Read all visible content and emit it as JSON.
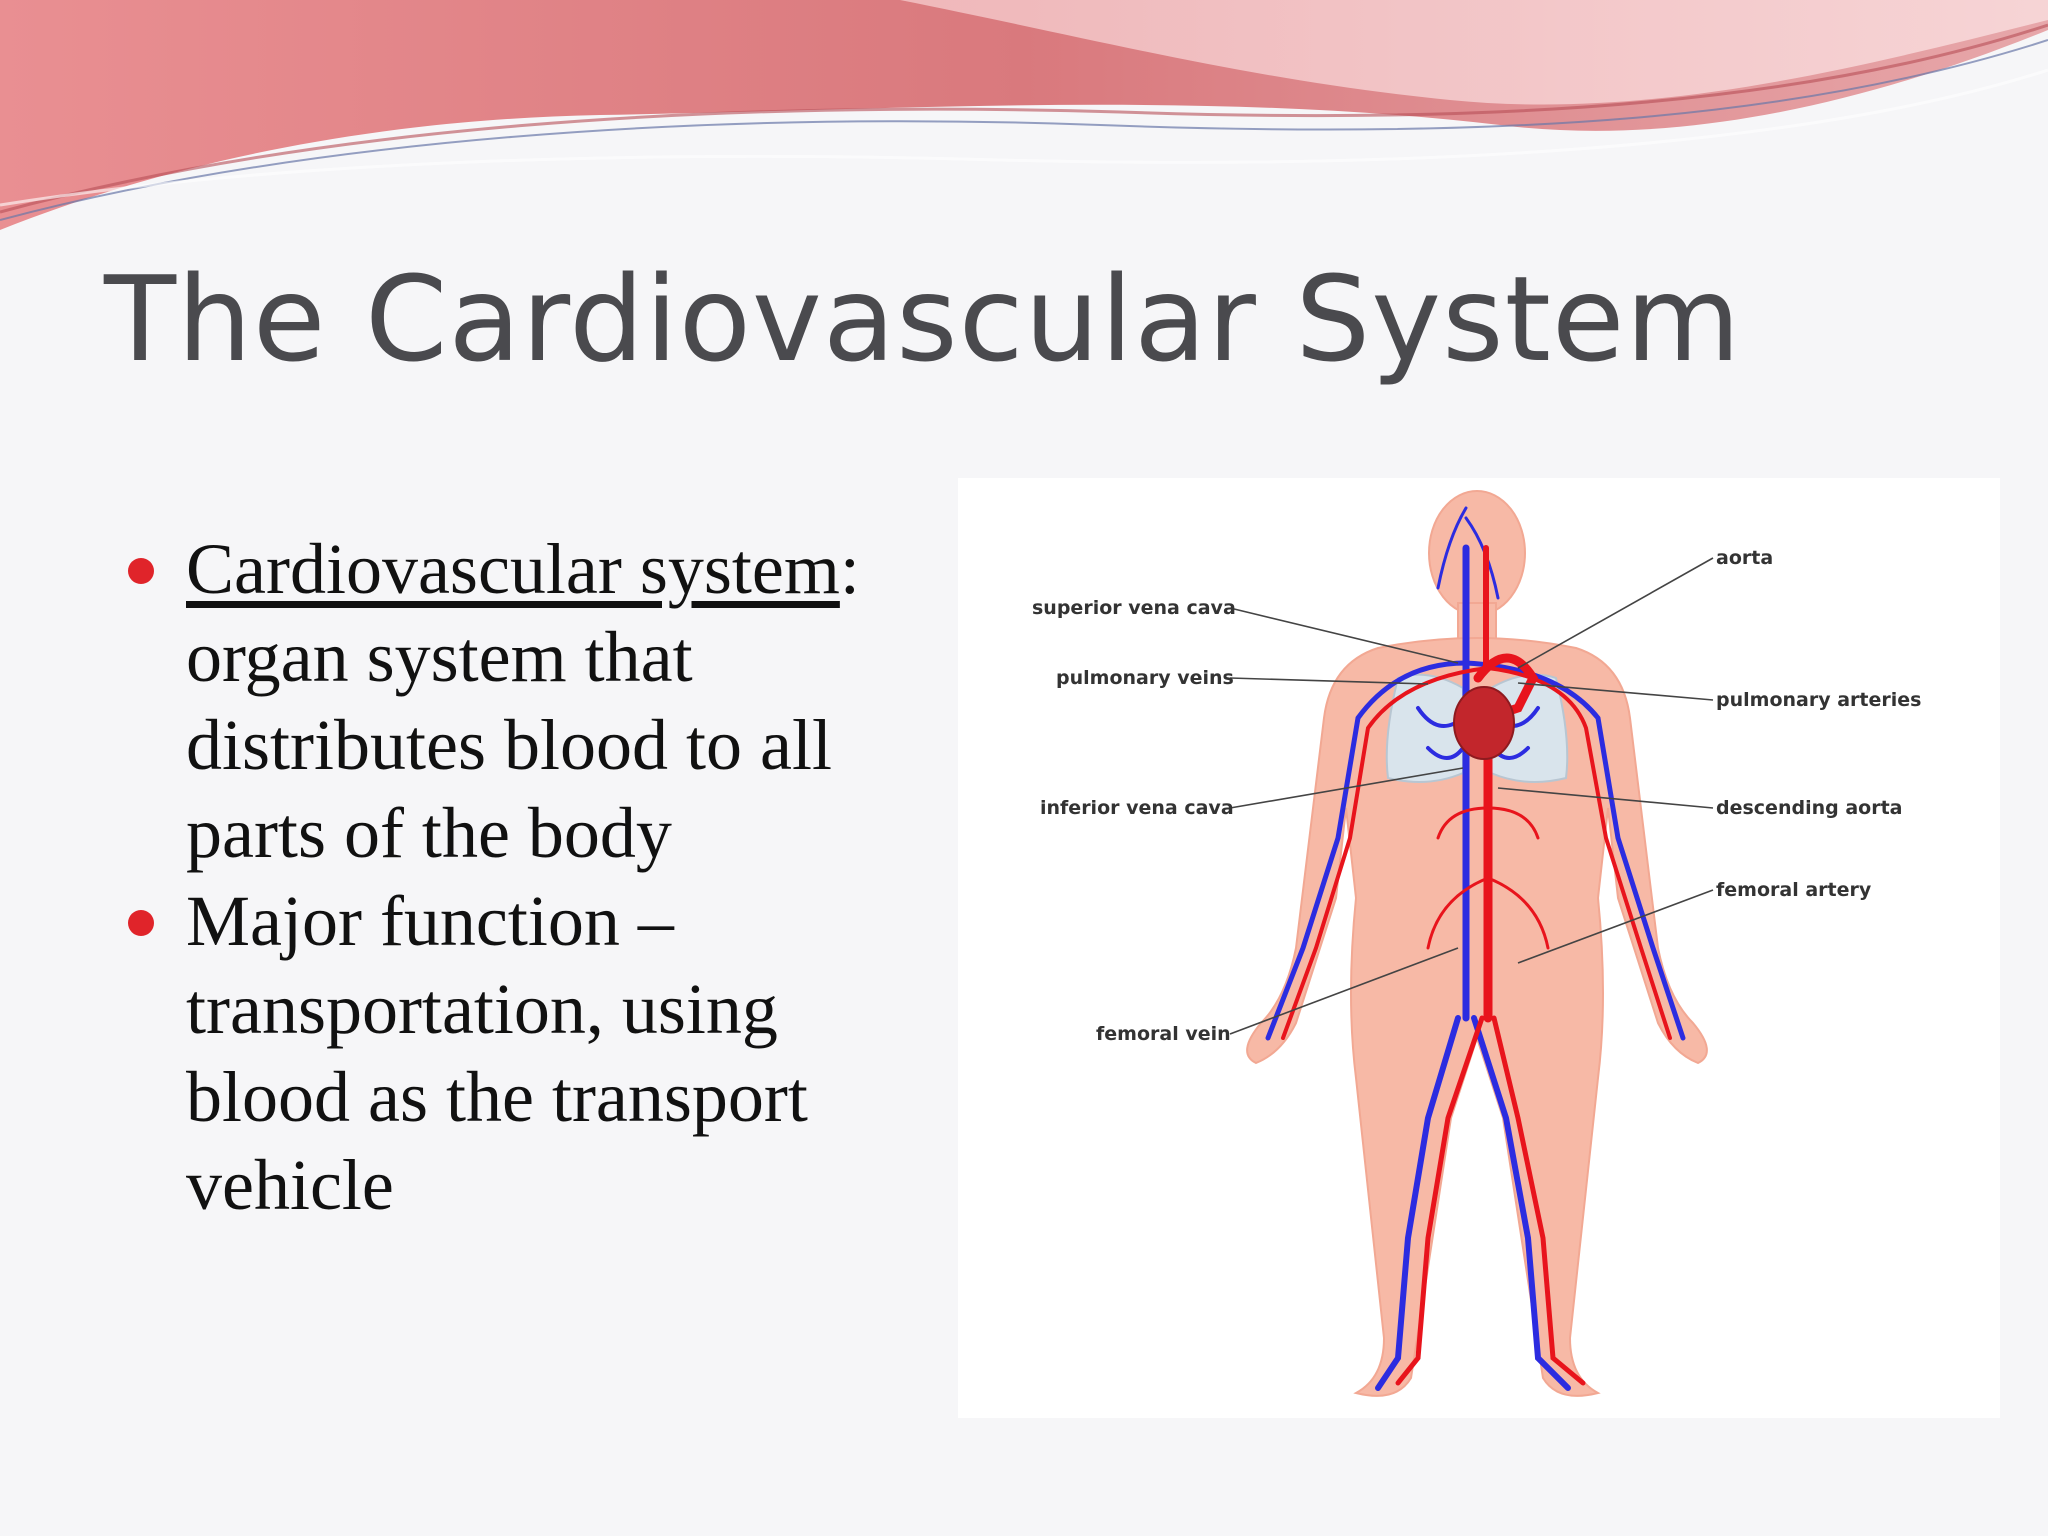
{
  "slide": {
    "title": "The Cardiovascular System",
    "bullets": [
      {
        "term": "Cardiovascular system",
        "colon": ":",
        "text": " organ system that distributes blood to all parts of the body"
      },
      {
        "text": "Major function – transportation, using blood as the transport vehicle"
      }
    ],
    "colors": {
      "bullet": "#e0242a",
      "title": "#4a4a4e",
      "wave": "#e07a7e",
      "artery": "#e8141c",
      "vein": "#2c2ce0",
      "skin": "#f7b9a6"
    }
  },
  "diagram": {
    "labels": {
      "aorta": "aorta",
      "superior_vena_cava": "superior vena cava",
      "pulmonary_veins": "pulmonary veins",
      "pulmonary_arteries": "pulmonary arteries",
      "inferior_vena_cava": "inferior vena cava",
      "descending_aorta": "descending aorta",
      "femoral_artery": "femoral artery",
      "femoral_vein": "femoral vein"
    }
  }
}
